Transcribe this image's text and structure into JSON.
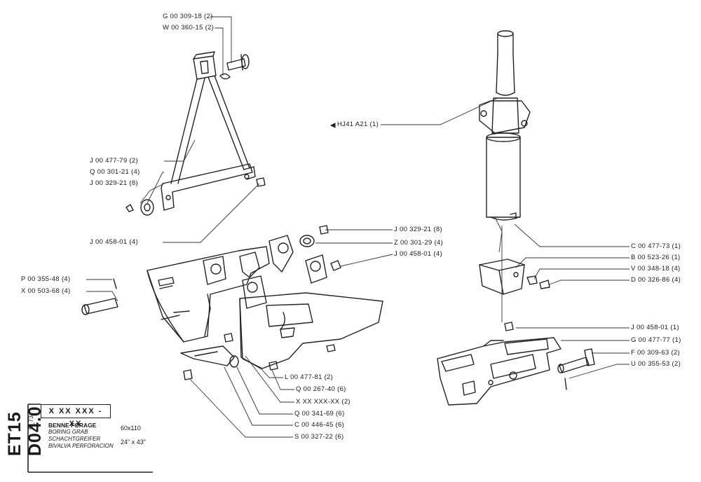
{
  "callouts": {
    "g_309_18": "G 00 309-18  (2)",
    "w_360_15": "W 00 360-15  (2)",
    "j_477_79": "J 00 477-79  (2)",
    "q_301_21": "Q 00 301-21  (4)",
    "j_329_21_left": "J 00 329-21  (8)",
    "j_458_01_left": "J 00 458-01  (4)",
    "hj41": "HJ41  A21 (1)",
    "j_329_21_mid": "J 00 329-21  (8)",
    "z_301_29": "Z 00 301-29  (4)",
    "j_458_01_mid": "J 00 458-01  (4)",
    "p_355_48": "P 00 355-48  (4)",
    "x_503_68": "X 00 503-68  (4)",
    "c_477_73": "C 00 477-73  (1)",
    "b_523_26": "B 00 523-26  (1)",
    "v_348_18": "V 00 348-18  (4)",
    "d_326_86": "D 00 326-86  (4)",
    "j_458_01_right": "J 00 458-01  (1)",
    "g_477_77": "G 00 477-77  (1)",
    "f_309_63": "F 00 309-63  (2)",
    "u_355_53": "U 00 355-53  (2)",
    "l_477_81": "L 00 477-81  (2)",
    "q_267_40": "Q 00 267-40  (6)",
    "x_xxx": "X  XX  XXX-XX  (2)",
    "q_341_69": "Q 00 341-69  (6)",
    "c_446_45": "C 00 446-45  (6)",
    "s_327_22": "S 00 327-22  (6)"
  },
  "sheet": {
    "code": "ET15  D04.0",
    "date": "5_73"
  },
  "title_block": {
    "part_no": "X XX XXX - XX",
    "name_fr": "BENNE FORAGE",
    "name_en": "BORING GRAB",
    "name_de": "SCHACHTGREIFER",
    "name_es": "BIVALVA PERFORACION",
    "dim_metric": "60x110",
    "dim_imperial": "24\" x 43\""
  }
}
